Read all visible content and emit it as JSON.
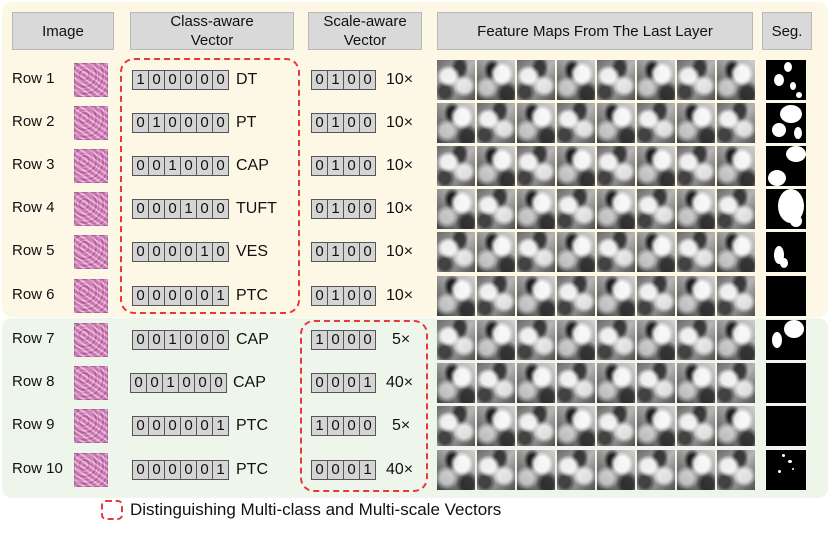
{
  "headers": {
    "image": "Image",
    "class_aware": "Class-aware\nVector",
    "scale_aware": "Scale-aware\nVector",
    "feature_maps": "Feature Maps From The Last Layer",
    "seg": "Seg."
  },
  "rows": [
    {
      "label": "Row 1",
      "class_vec": [
        "1",
        "0",
        "0",
        "0",
        "0",
        "0"
      ],
      "class_name": "DT",
      "scale_vec": [
        "0",
        "1",
        "0",
        "0"
      ],
      "scale": "10×"
    },
    {
      "label": "Row 2",
      "class_vec": [
        "0",
        "1",
        "0",
        "0",
        "0",
        "0"
      ],
      "class_name": "PT",
      "scale_vec": [
        "0",
        "1",
        "0",
        "0"
      ],
      "scale": "10×"
    },
    {
      "label": "Row 3",
      "class_vec": [
        "0",
        "0",
        "1",
        "0",
        "0",
        "0"
      ],
      "class_name": "CAP",
      "scale_vec": [
        "0",
        "1",
        "0",
        "0"
      ],
      "scale": "10×"
    },
    {
      "label": "Row 4",
      "class_vec": [
        "0",
        "0",
        "0",
        "1",
        "0",
        "0"
      ],
      "class_name": "TUFT",
      "scale_vec": [
        "0",
        "1",
        "0",
        "0"
      ],
      "scale": "10×"
    },
    {
      "label": "Row 5",
      "class_vec": [
        "0",
        "0",
        "0",
        "0",
        "1",
        "0"
      ],
      "class_name": "VES",
      "scale_vec": [
        "0",
        "1",
        "0",
        "0"
      ],
      "scale": "10×"
    },
    {
      "label": "Row 6",
      "class_vec": [
        "0",
        "0",
        "0",
        "0",
        "0",
        "1"
      ],
      "class_name": "PTC",
      "scale_vec": [
        "0",
        "1",
        "0",
        "0"
      ],
      "scale": "10×"
    },
    {
      "label": "Row 7",
      "class_vec": [
        "0",
        "0",
        "1",
        "0",
        "0",
        "0"
      ],
      "class_name": "CAP",
      "scale_vec": [
        "1",
        "0",
        "0",
        "0"
      ],
      "scale": "5×"
    },
    {
      "label": "Row 8",
      "class_vec": [
        "0",
        "0",
        "1",
        "0",
        "0",
        "0"
      ],
      "class_name": "CAP",
      "scale_vec": [
        "0",
        "0",
        "0",
        "1"
      ],
      "scale": "40×"
    },
    {
      "label": "Row 9",
      "class_vec": [
        "0",
        "0",
        "0",
        "0",
        "0",
        "1"
      ],
      "class_name": "PTC",
      "scale_vec": [
        "1",
        "0",
        "0",
        "0"
      ],
      "scale": "5×"
    },
    {
      "label": "Row 10",
      "class_vec": [
        "0",
        "0",
        "0",
        "0",
        "0",
        "1"
      ],
      "class_name": "PTC",
      "scale_vec": [
        "0",
        "0",
        "0",
        "1"
      ],
      "scale": "40×"
    }
  ],
  "legend": "Distinguishing Multi-class and Multi-scale Vectors",
  "colors": {
    "dash": "#e8393a",
    "top_bg": "#fdf7e6",
    "bottom_bg": "#eef6ec",
    "cell": "#d5d5d5"
  }
}
